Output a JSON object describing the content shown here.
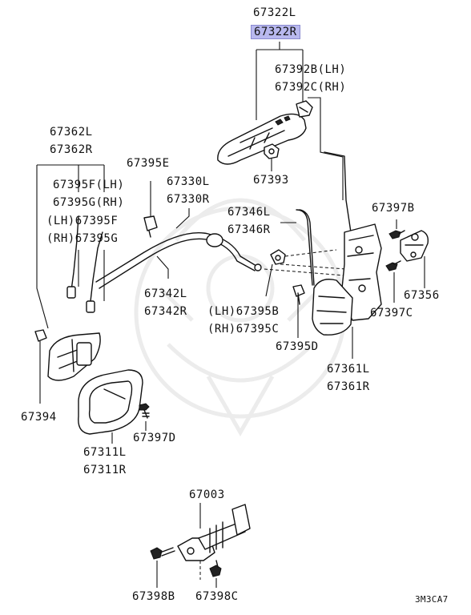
{
  "labels": {
    "p67322L": "67322L",
    "p67322R": "67322R",
    "p67392B": "67392B(LH)",
    "p67392C": "67392C(RH)",
    "p67393": "67393",
    "p67362L": "67362L",
    "p67362R": "67362R",
    "p67395F_LH": "67395F(LH)",
    "p67395G_RH": "67395G(RH)",
    "lh_67395F": "(LH)67395F",
    "rh_67395G": "(RH)67395G",
    "p67395E": "67395E",
    "p67330L": "67330L",
    "p67330R": "67330R",
    "p67346L": "67346L",
    "p67346R": "67346R",
    "p67397B": "67397B",
    "p67342L": "67342L",
    "p67342R": "67342R",
    "lh_67395B": "(LH)67395B",
    "rh_67395C": "(RH)67395C",
    "p67356": "67356",
    "p67397C": "67397C",
    "p67395D": "67395D",
    "p67394": "67394",
    "p67361L": "67361L",
    "p67361R": "67361R",
    "p67397D": "67397D",
    "p67311L": "67311L",
    "p67311R": "67311R",
    "p67003": "67003",
    "p67398B": "67398B",
    "p67398C": "67398C",
    "diagram_code": "3M3CA7"
  },
  "colors": {
    "highlight": "#b8b8ee",
    "line": "#111111",
    "watermark": "#ececec"
  }
}
